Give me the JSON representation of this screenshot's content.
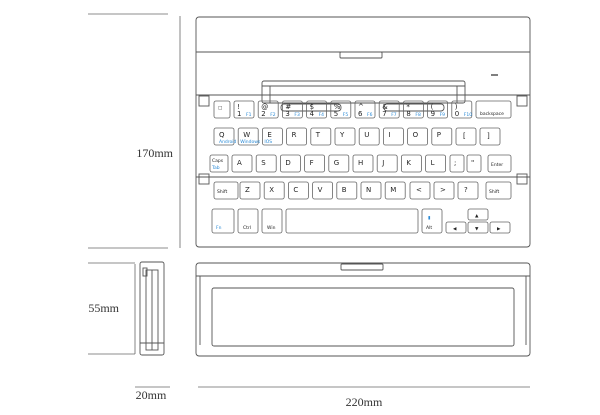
{
  "dimensions": {
    "height_label": "170mm",
    "depth_label": "55mm",
    "thickness_label": "20mm",
    "width_label": "220mm"
  },
  "colors": {
    "line": "#555555",
    "key_stroke": "#666666",
    "blue_legend": "#2a8ad6"
  },
  "keyboard": {
    "row1": [
      {
        "m": "",
        "t": "!",
        "b": "1",
        "f": "F1"
      },
      {
        "m": "",
        "t": "@",
        "b": "2",
        "f": "F2"
      },
      {
        "m": "",
        "t": "#",
        "b": "3",
        "f": "F3"
      },
      {
        "m": "",
        "t": "$",
        "b": "4",
        "f": "F4"
      },
      {
        "m": "",
        "t": "%",
        "b": "5",
        "f": "F5"
      },
      {
        "m": "",
        "t": "^",
        "b": "6",
        "f": "F6"
      },
      {
        "m": "",
        "t": "&",
        "b": "7",
        "f": "F7"
      },
      {
        "m": "",
        "t": "*",
        "b": "8",
        "f": "F8"
      },
      {
        "m": "",
        "t": "(",
        "b": "9",
        "f": "F9"
      },
      {
        "m": "",
        "t": ")",
        "b": "0",
        "f": "F10"
      }
    ],
    "backspace": "backspace",
    "row2": [
      "Q",
      "W",
      "E",
      "R",
      "T",
      "Y",
      "U",
      "I",
      "O",
      "P"
    ],
    "row2_sub": [
      "",
      "Windows",
      "IOS",
      "",
      "",
      "",
      "",
      "",
      "",
      ""
    ],
    "android": "Android",
    "row2_extra": [
      "[",
      "]"
    ],
    "row3": [
      "A",
      "S",
      "D",
      "F",
      "G",
      "H",
      "J",
      "K",
      "L"
    ],
    "row3_extra": [
      ";",
      "\""
    ],
    "caps": "Caps",
    "tab": "Tab",
    "enter": "Enter",
    "row4": [
      "Z",
      "X",
      "C",
      "V",
      "B",
      "N",
      "M"
    ],
    "row4_extra": [
      "<",
      ">",
      "?"
    ],
    "shift": "Shift",
    "fn": "Fn",
    "ctrl": "Ctrl",
    "win": "Win",
    "alt": "Alt",
    "arrows": [
      "▲",
      "◀",
      "▼",
      "▶"
    ]
  }
}
